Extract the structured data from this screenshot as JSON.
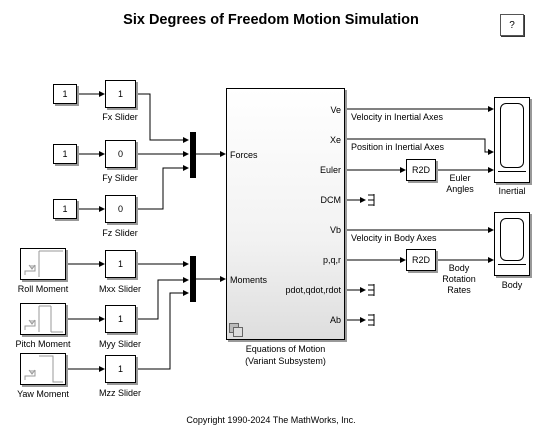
{
  "title": "Six Degrees of Freedom Motion Simulation",
  "help_label": "?",
  "constants": {
    "fx": "1",
    "fy": "1",
    "fz": "1"
  },
  "sliders": {
    "fx": {
      "value": "1",
      "label": "Fx Slider"
    },
    "fy": {
      "value": "0",
      "label": "Fy Slider"
    },
    "fz": {
      "value": "0",
      "label": "Fz Slider"
    },
    "mxx": {
      "value": "1",
      "label": "Mxx Slider"
    },
    "myy": {
      "value": "1",
      "label": "Myy Slider"
    },
    "mzz": {
      "value": "1",
      "label": "Mzz Slider"
    }
  },
  "moments": {
    "roll": "Roll Moment",
    "pitch": "Pitch Moment",
    "yaw": "Yaw Moment"
  },
  "eom": {
    "in_forces": "Forces",
    "in_moments": "Moments",
    "out_ports": [
      "Ve",
      "Xe",
      "Euler",
      "DCM",
      "Vb",
      "p,q,r",
      "pdot,qdot,rdot",
      "Ab"
    ],
    "label_line1": "Equations of Motion",
    "label_line2": "(Variant Subsystem)"
  },
  "signals": {
    "ve": "Velocity in Inertial Axes",
    "xe": "Position in Inertial Axes",
    "vb": "Velocity in Body Axes"
  },
  "r2d": {
    "label": "R2D",
    "euler_line1": "Euler",
    "euler_line2": "Angles",
    "body_line1": "Body",
    "body_line2": "Rotation",
    "body_line3": "Rates"
  },
  "scopes": {
    "inertial": "Inertial",
    "body": "Body"
  },
  "copyright": "Copyright 1990-2024 The MathWorks, Inc."
}
